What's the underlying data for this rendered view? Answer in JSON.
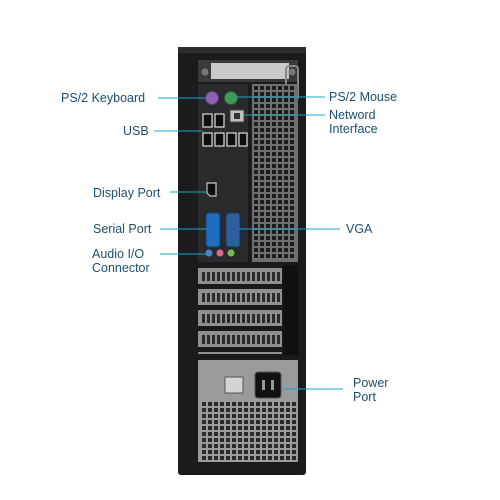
{
  "colors": {
    "label_text": "#1d4f6e",
    "leader_line": "#1ca3c9",
    "chassis": "#1b1b1d",
    "panel": "#2a2a2c",
    "metal": "#8e8f91",
    "ps2_keyboard": "#8f5fb4",
    "ps2_mouse": "#3e9b55",
    "vga": "#2b5f9e",
    "serial": "#1f6dc0",
    "audio_pink": "#d86a8a",
    "audio_green": "#6fbf4e",
    "audio_blue": "#4a84c9"
  },
  "labels": {
    "ps2_keyboard": "PS/2 Keyboard",
    "usb": "USB",
    "display_port": "Display Port",
    "serial_port": "Serial Port",
    "audio_io": "Audio I/O\nConnector",
    "ps2_mouse": "PS/2 Mouse",
    "network": "Netword\nInterface",
    "vga": "VGA",
    "power_port": "Power\nPort"
  }
}
